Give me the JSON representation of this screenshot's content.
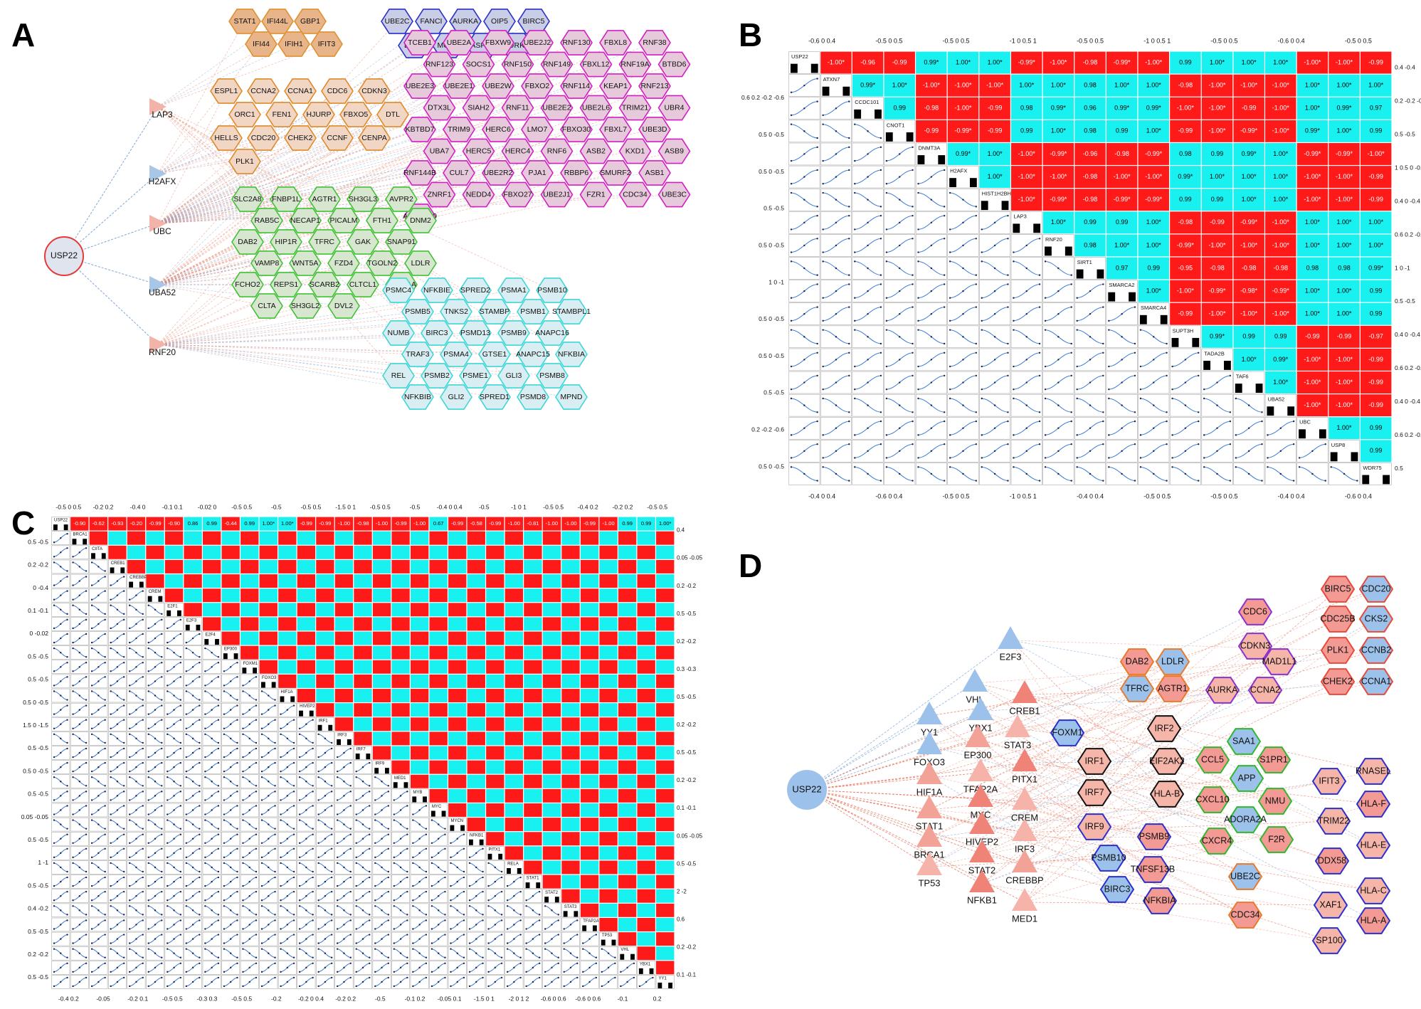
{
  "panel_labels": [
    "A",
    "B",
    "C",
    "D"
  ],
  "panelA": {
    "center": "USP22",
    "hubs": [
      "LAP3",
      "H2AFX",
      "UBC",
      "UBA52",
      "RNF20"
    ],
    "clusters": [
      {
        "color": "#e1902f",
        "fill": "#e8b58a",
        "nodes": [
          "STAT1",
          "IFI44L",
          "GBP1",
          "IFI44",
          "IFIH1",
          "IFIT3"
        ]
      },
      {
        "color": "#2a30c8",
        "fill": "#c9cde6",
        "nodes": [
          "UBE2C",
          "FANCI",
          "AURKA",
          "OIP5",
          "BIRC5",
          "EXO1",
          "MCM2",
          "ASF1B",
          "AURKB"
        ]
      },
      {
        "color": "#e08a2a",
        "fill": "#f1d6c4",
        "nodes": [
          "ESPL1",
          "CCNA2",
          "CCNA1",
          "CDC6",
          "CDKN3",
          "ORC1",
          "FEN1",
          "HJURP",
          "FBXO5",
          "DTL",
          "HELLS",
          "CDC20",
          "CHEK2",
          "CCNF",
          "CENPA",
          "PLK1"
        ]
      },
      {
        "color": "#d21fc2",
        "fill": "#e7c9dc",
        "nodes": [
          "TCEB1",
          "UBE2A",
          "FBXW9",
          "UBE2J2",
          "RNF130",
          "FBXL8",
          "RNF38",
          "RNF123",
          "SOCS1",
          "RNF150",
          "RNF149",
          "FBXL12",
          "RNF19A",
          "BTBD6",
          "UBE2E3",
          "UBE2E1",
          "UBE2W",
          "FBXO2",
          "RNF114",
          "KEAP1",
          "RNF213",
          "DTX3L",
          "SIAH2",
          "RNF11",
          "UBE2E2",
          "UBE2L6",
          "TRIM21",
          "UBR4",
          "KBTBD7",
          "TRIM9",
          "HERC6",
          "LMO7",
          "FBXO30",
          "FBXL7",
          "UBE3D",
          "UBA7",
          "HERC5",
          "HERC4",
          "RNF6",
          "ASB2",
          "KXD1",
          "ASB9",
          "RNF144B",
          "CUL7",
          "UBE2R2",
          "PJA1",
          "RBBP6",
          "SMURF2",
          "ASB1",
          "ZNRF1",
          "NEDD4",
          "FBXO27",
          "UBE2J1",
          "FZR1",
          "CDC34",
          "UBE3C",
          "ANAPC10"
        ]
      },
      {
        "color": "#41c236",
        "fill": "#d7e6cf",
        "nodes": [
          "SLC2A8",
          "FNBP1L",
          "AGTR1",
          "SH3GL3",
          "AVPR2",
          "RAB5C",
          "NECAP1",
          "PICALM",
          "FTH1",
          "DNM2",
          "DAB2",
          "HIP1R",
          "TFRC",
          "GAK",
          "SNAP91",
          "VAMP8",
          "WNT5A",
          "FZD4",
          "TGOLN2",
          "LDLR",
          "FCHO2",
          "REPS1",
          "SCARB2",
          "CLTCL1",
          "ARPC1A",
          "CLTA",
          "SH3GL2",
          "DVL2"
        ]
      },
      {
        "color": "#3fd6d6",
        "fill": "#d9eef2",
        "nodes": [
          "PSMC4",
          "NFKBIE",
          "SPRED2",
          "PSMA1",
          "PSMB10",
          "PSMB5",
          "TNKS2",
          "STAMBP",
          "PSMB1",
          "STAMBPL1",
          "NUMB",
          "BIRC3",
          "PSMD13",
          "PSMB9",
          "ANAPC16",
          "TRAF3",
          "PSMA4",
          "GTSE1",
          "ANAPC15",
          "NFKBIA",
          "REL",
          "PSMB2",
          "PSME1",
          "GLI3",
          "PSMB8",
          "NFKBIB",
          "GLI2",
          "SPRED1",
          "PSMD8",
          "MPND"
        ]
      }
    ]
  },
  "panelB": {
    "genes": [
      "USP22",
      "ATXN7",
      "CCDC101",
      "CNOT1",
      "DNMT3A",
      "H2AFX",
      "HIST1H2BH",
      "LAP3",
      "RNF20",
      "SIRT1",
      "SMARCA2",
      "SMARCA4",
      "SUPT3H",
      "TADA2B",
      "TAF6",
      "UBA52",
      "UBC",
      "USP8",
      "WDR75"
    ],
    "upper_rows": [
      [
        "-1.00*",
        "-0.96",
        "-0.99",
        "0.99*",
        "1.00*",
        "1.00*",
        "-0.99*",
        "-1.00*",
        "-0.98",
        "-0.99*",
        "-1.00*",
        "0.99",
        "1.00*",
        "1.00*",
        "1.00*",
        "-1.00*",
        "-1.00*",
        "-0.99"
      ],
      [
        "0.99*",
        "1.00*",
        "-1.00*",
        "-1.00*",
        "-1.00*",
        "1.00*",
        "1.00*",
        "0.98",
        "1.00*",
        "1.00*",
        "-0.98",
        "-1.00*",
        "-1.00*",
        "-1.00*",
        "1.00*",
        "1.00*",
        "1.00*"
      ],
      [
        "0.99",
        "-0.98",
        "-1.00*",
        "-0.99",
        "0.98",
        "0.99*",
        "0.96",
        "0.99*",
        "0.99*",
        "-1.00*",
        "-1.00*",
        "-0.99",
        "-1.00*",
        "1.00*",
        "0.99*",
        "0.97"
      ],
      [
        "-0.99",
        "-0.99*",
        "-0.99",
        "0.99",
        "1.00*",
        "0.98",
        "0.99",
        "1.00*",
        "-0.99",
        "-1.00*",
        "-0.99*",
        "-1.00*",
        "0.99*",
        "1.00*",
        "0.99"
      ],
      [
        "0.99*",
        "1.00*",
        "-1.00*",
        "-0.99*",
        "-0.96",
        "-0.98",
        "-0.99*",
        "0.98",
        "0.99",
        "0.99*",
        "1.00*",
        "-0.99*",
        "-0.99*",
        "-1.00*"
      ],
      [
        "1.00*",
        "-1.00*",
        "-1.00*",
        "-0.98",
        "-1.00*",
        "-1.00*",
        "0.99*",
        "1.00*",
        "1.00*",
        "1.00*",
        "-1.00*",
        "-1.00*",
        "-0.99"
      ],
      [
        "-1.00*",
        "-0.99*",
        "-0.98",
        "-0.99*",
        "-0.99*",
        "0.99",
        "0.99",
        "1.00*",
        "1.00*",
        "-1.00*",
        "-1.00*",
        "-0.99"
      ],
      [
        "1.00*",
        "0.99",
        "0.99",
        "1.00*",
        "-0.98",
        "-0.99",
        "-0.99*",
        "-1.00*",
        "1.00*",
        "1.00*",
        "1.00*"
      ],
      [
        "0.98",
        "1.00*",
        "1.00*",
        "-0.99*",
        "-1.00*",
        "-1.00*",
        "-1.00*",
        "1.00*",
        "1.00*",
        "1.00*"
      ],
      [
        "0.97",
        "0.99",
        "-0.95",
        "-0.98",
        "-0.98",
        "-0.98",
        "0.98",
        "0.98",
        "0.99*"
      ],
      [
        "1.00*",
        "-1.00*",
        "-0.99*",
        "-0.98*",
        "-0.99*",
        "1.00*",
        "1.00*",
        "0.99"
      ],
      [
        "-0.99",
        "-1.00*",
        "-1.00*",
        "-1.00*",
        "1.00*",
        "1.00*",
        "0.99"
      ],
      [
        "0.99*",
        "0.99",
        "0.99",
        "-0.99",
        "-0.99",
        "-0.97"
      ],
      [
        "1.00*",
        "0.99*",
        "-1.00*",
        "-1.00*",
        "-0.99"
      ],
      [
        "1.00*",
        "-1.00*",
        "-1.00*",
        "-0.99"
      ],
      [
        "-1.00*",
        "-1.00*",
        "-0.99"
      ],
      [
        "1.00*",
        "0.99"
      ],
      [
        "0.99"
      ]
    ],
    "top_ticks": [
      "-0.6 0 0.4",
      "-0.5 0 0.5",
      "-0.5 0 0.5",
      "-1 0 0.5 1",
      "-0.5 0 0.5",
      "-1 0 0.5 1",
      "-0.5 0 0.5",
      "-0.6 0 0.4",
      "-0.5 0 0.5"
    ],
    "bottom_ticks": [
      "-0.4 0 0.4",
      "-0.6 0 0.4",
      "-0.5 0 0.5",
      "-1 0 0.5 1",
      "-0.4 0 0.4",
      "-0.5 0 0.5",
      "-0.5 0 0.5",
      "-0.4 0 0.4",
      "-0.6 0 0.4"
    ],
    "left_ticks": [
      "0.6 0.2 -0.2 -0.6",
      "0.5 0 -0.5",
      "0.5 0 -0.5",
      "0.5 -0.5",
      "0.5 0 -0.5",
      "1 0 -1",
      "0.5 0 -0.5",
      "0.5 0 -0.5",
      "0.5 -0.5",
      "0.2 -0.2 -0.6",
      "0.5 0 -0.5"
    ],
    "right_ticks": [
      "0.4 -0.4",
      "0.2 -0.2 -0.6",
      "0.5 -0.5",
      "1 0.5 0 -0.5",
      "0.4 0 -0.4",
      "0.6 0.2 -0.2",
      "1 0 -1",
      "0.5 -0.5",
      "0.4 0 -0.4",
      "0.6 0.2 -0.2",
      "0.4 0 -0.4",
      "0.6 0.2 -0.2 -0.6",
      "0.5"
    ]
  },
  "panelC": {
    "genes": [
      "USP22",
      "BRCA1",
      "CIITA",
      "CREB1",
      "CREBBP",
      "CREM",
      "E2F1",
      "E2F3",
      "E2F4",
      "EP300",
      "FOXM1",
      "FOXO3",
      "HIF1A",
      "HIVEP2",
      "IRF1",
      "IRF3",
      "IRF7",
      "IRF9",
      "MED1",
      "MYB",
      "MYC",
      "MYCN",
      "NFKB1",
      "PITX1",
      "RELA",
      "STAT1",
      "STAT2",
      "STAT3",
      "TFAP2A",
      "TP53",
      "VHL",
      "YBX1",
      "YY1"
    ],
    "first_row": [
      "-0.90",
      "-0.62",
      "-0.93",
      "-0.20",
      "-0.99",
      "-0.90",
      "0.86",
      "0.99",
      "-0.44",
      "0.99",
      "1.00*",
      "1.00*",
      "-0.99",
      "-0.99",
      "-1.00",
      "-0.98",
      "-1.00",
      "-0.99",
      "-1.00",
      "0.67",
      "-0.99",
      "-0.58",
      "-0.99",
      "-1.00",
      "-0.81",
      "-1.00",
      "-1.00",
      "-0.99",
      "-1.00",
      "0.99",
      "0.99",
      "1.00*"
    ],
    "top_ticks": [
      "-0.5 0 0.5",
      "-0.2 0.2",
      "-0.4 0",
      "-0.1 0.1",
      "-0.02 0",
      "-0.5 0.5",
      "-0.5",
      "-0.5 0.5",
      "-1.5 0 1",
      "-0.5 0.5",
      "-0.5",
      "-0.4 0 0.4",
      "-0.5",
      "-1 0 1",
      "-0.5 0.5",
      "-0.4 0.2",
      "-0.2 0.2",
      "-0.5 0.5"
    ],
    "bottom_ticks": [
      "-0.4 0.2",
      "-0.05",
      "-0.2 0.1",
      "-0.5 0.5",
      "-0.3 0.3",
      "-0.5 0.5",
      "-0.2",
      "-0.2 0 0.4",
      "-0.2 0.2",
      "-0.5",
      "-0.1 0.2",
      "-0.05 0.1",
      "-1.5 0 1",
      "-2 0 1 2",
      "-0.6 0 0.6",
      "-0.6 0 0.6",
      "-0.1",
      "0.2"
    ],
    "left_ticks": [
      "0.5 -0.5",
      "0.2 -0.2",
      "0 -0.4",
      "0.1 -0.1",
      "0 -0.02",
      "0.5 -0.5",
      "0.5 -0.5",
      "0.5 0 -0.5",
      "1.5 0 -1.5",
      "0.5 -0.5",
      "0.5 0 -0.5",
      "0.5 -0.5",
      "0.05 -0.05",
      "0.5 -0.5",
      "1 -1",
      "0.5 -0.5",
      "0.4 -0.2",
      "0.5 -0.5",
      "0.2 -0.2",
      "0.5 -0.5"
    ],
    "right_ticks": [
      "0.4",
      "0.05 -0.05",
      "0.2 -0.2",
      "0.5 -0.5",
      "0.2 -0.2",
      "0.3 -0.3",
      "0.5 -0.5",
      "0.2 -0.2",
      "0.5 -0.5",
      "0.2 -0.2",
      "0.1 -0.1",
      "0.05 -0.05",
      "0.5 -0.5",
      "2 -2",
      "0.6",
      "0.2 -0.2",
      "0.1 -0.1"
    ]
  },
  "panelD": {
    "center": "USP22",
    "tf_blue": [
      "E2F3",
      "VHL",
      "YBX1",
      "YY1",
      "FOXO3"
    ],
    "tf_red": [
      "CREB1",
      "STAT3",
      "EP300",
      "PITX1",
      "TFAP2A",
      "HIF1A",
      "MYC",
      "CREM",
      "STAT1",
      "HIVEP2",
      "IRF3",
      "BRCA1",
      "STAT2",
      "TP53",
      "CREBBP",
      "NFKB1",
      "MED1"
    ],
    "targets": [
      "DAB2",
      "LDLR",
      "TFRC",
      "AGTR1",
      "CDC6",
      "CDKN3",
      "MAD1L1",
      "AURKA",
      "CCNA2",
      "BIRC5",
      "CDC20",
      "CDC25B",
      "CKS2",
      "PLK1",
      "CCNB2",
      "CHEK2",
      "CCNA1",
      "FOXM1",
      "IRF2",
      "IRF1",
      "EIF2AK2",
      "IRF7",
      "HLA-B",
      "IRF9",
      "SAA1",
      "CCL5",
      "S1PR1",
      "APP",
      "CXCL10",
      "NMU",
      "ADORA2A",
      "CXCR4",
      "F2R",
      "PSMB9",
      "PSMB10",
      "TNFSF13B",
      "BIRC3",
      "NFKBIA",
      "UBE2C",
      "CDC34",
      "IFIT3",
      "RNASEL",
      "HLA-F",
      "TRIM22",
      "HLA-E",
      "DDX58",
      "HLA-C",
      "XAF1",
      "HLA-A",
      "SP100"
    ]
  }
}
